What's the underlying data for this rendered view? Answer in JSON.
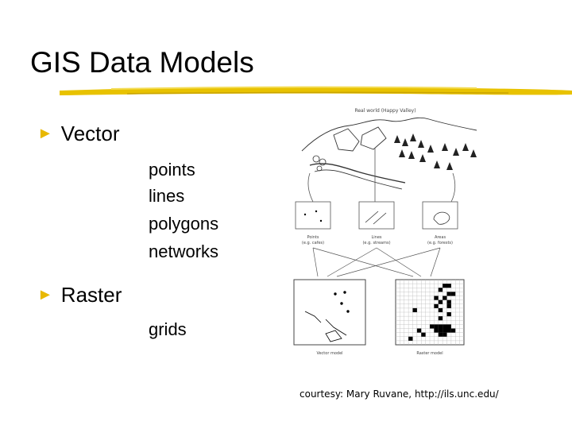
{
  "slide": {
    "title": "GIS Data Models",
    "bullets": [
      {
        "label": "Vector",
        "subitems": [
          "points",
          "lines",
          "polygons",
          "networks"
        ]
      },
      {
        "label": "Raster",
        "subitems": [
          "grids"
        ]
      }
    ],
    "bullet_marker": "►",
    "credit": "courtesy: Mary Ruvane, http://ils.unc.edu/",
    "accent_color": "#e8b800"
  },
  "figure": {
    "real_world_label": "Real world (Happy Valley)",
    "points_label": "Points",
    "points_example": "(e.g. cafes)",
    "lines_label": "Lines",
    "lines_example": "(e.g. streams)",
    "areas_label": "Areas",
    "areas_example": "(e.g. forests)",
    "vector_model_label": "Vector model",
    "raster_model_label": "Raster model"
  }
}
